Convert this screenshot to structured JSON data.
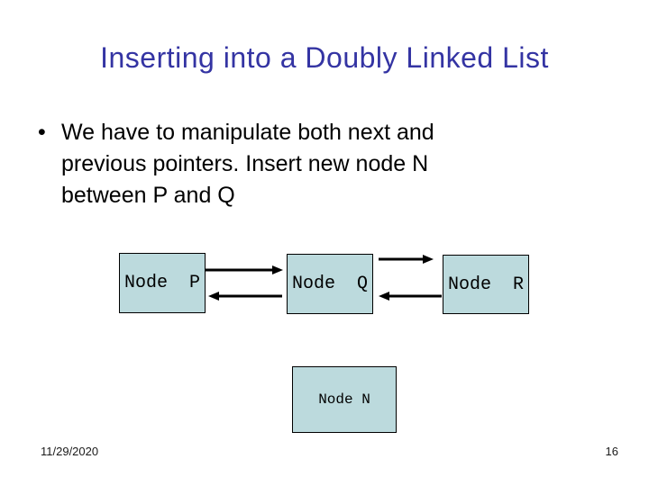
{
  "slide": {
    "title": "Inserting into a Doubly Linked List",
    "bullet": {
      "marker": "•",
      "lines": [
        "We have to manipulate both next and",
        "previous pointers. Insert new node N",
        "between P and Q"
      ]
    },
    "footer": {
      "date": "11/29/2020",
      "page_number": "16"
    }
  },
  "diagram": {
    "nodes": [
      {
        "id": "node-p",
        "label": "Node  P"
      },
      {
        "id": "node-q",
        "label": "Node  Q"
      },
      {
        "id": "node-r",
        "label": "Node  R"
      },
      {
        "id": "node-n",
        "label": "Node N"
      }
    ],
    "arrows": [
      {
        "name": "p-next-arrow",
        "from": "Node P",
        "to": "Node Q",
        "direction": "right"
      },
      {
        "name": "q-prev-arrow",
        "from": "Node Q",
        "to": "Node P",
        "direction": "left"
      },
      {
        "name": "q-next-arrow",
        "from": "Node Q",
        "to": "Node R",
        "direction": "right"
      },
      {
        "name": "r-prev-arrow",
        "from": "Node R",
        "to": "Node Q",
        "direction": "left"
      }
    ]
  },
  "colors": {
    "title": "#3434A3",
    "body_text": "#000000",
    "node_fill": "#BCDADD",
    "node_border": "#000000",
    "arrow": "#000000",
    "background": "#FFFFFF"
  }
}
